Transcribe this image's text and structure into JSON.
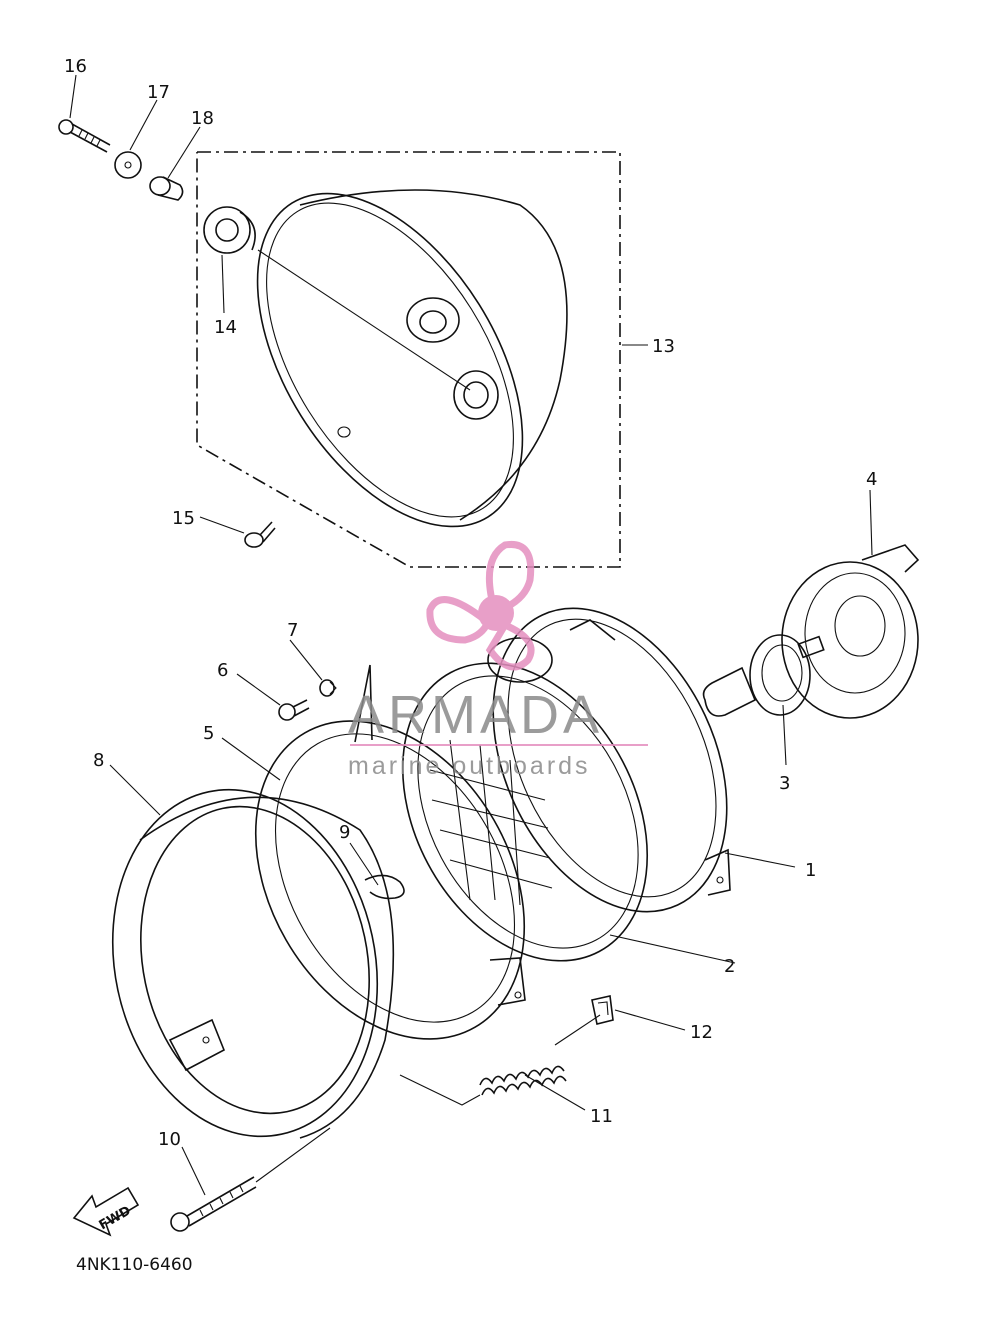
{
  "diagram": {
    "callouts": [
      "1",
      "2",
      "3",
      "4",
      "5",
      "6",
      "7",
      "8",
      "9",
      "10",
      "11",
      "12",
      "13",
      "14",
      "15",
      "16",
      "17",
      "18"
    ],
    "part_code": "4NK110-6460",
    "fwd_label": "FWD"
  },
  "watermark": {
    "brand": "ARMADA",
    "tagline": "marine outboards",
    "colors": {
      "logo": "#e58fbf",
      "text": "#8a8a8a"
    }
  }
}
